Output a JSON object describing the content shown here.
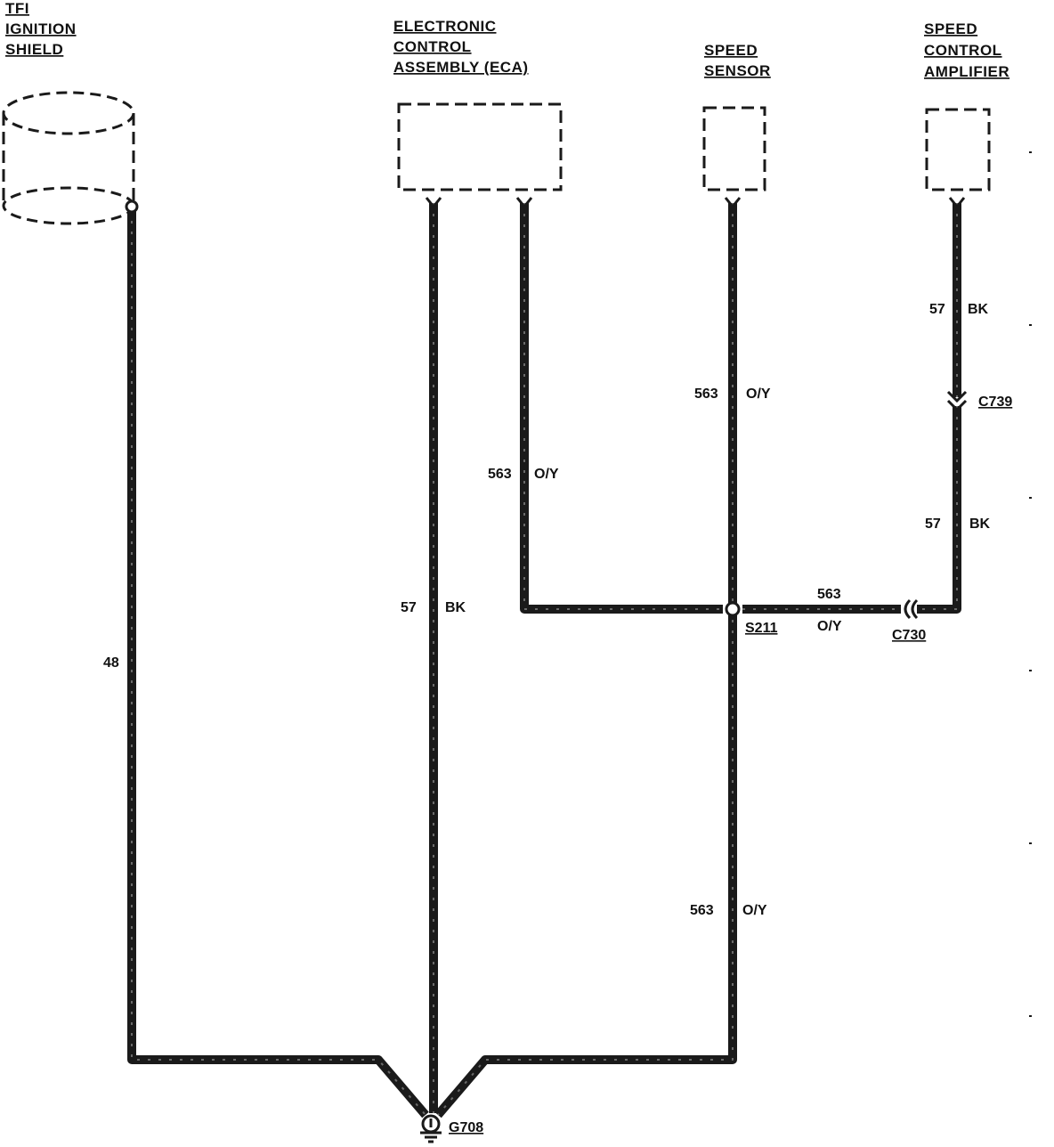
{
  "components": {
    "tfi_shield": {
      "line1": "TFI",
      "line2": "IGNITION",
      "line3": "SHIELD"
    },
    "eca": {
      "line1": "ELECTRONIC",
      "line2": "CONTROL",
      "line3": "ASSEMBLY (ECA)"
    },
    "speed_sensor": {
      "line1": "SPEED",
      "line2": "SENSOR"
    },
    "amplifier": {
      "line1": "SPEED",
      "line2": "CONTROL",
      "line3": "AMPLIFIER"
    }
  },
  "wires": {
    "shield_ground": {
      "circuit": "48"
    },
    "eca_ground": {
      "circuit": "57",
      "color": "BK"
    },
    "eca_signal": {
      "circuit": "563",
      "color": "O/Y"
    },
    "sensor_upper": {
      "circuit": "563",
      "color": "O/Y"
    },
    "sensor_lower": {
      "circuit": "563",
      "color": "O/Y"
    },
    "amp_upper": {
      "circuit": "57",
      "color": "BK"
    },
    "amp_lower": {
      "circuit": "57",
      "color": "BK"
    },
    "splice_to_c730": {
      "circuit": "563",
      "color": "O/Y"
    }
  },
  "connectors": {
    "c739": "C739",
    "c730": "C730",
    "splice": "S211",
    "ground": "G708"
  },
  "colors": {
    "wire": "#1a1a1a",
    "background": "#ffffff"
  }
}
